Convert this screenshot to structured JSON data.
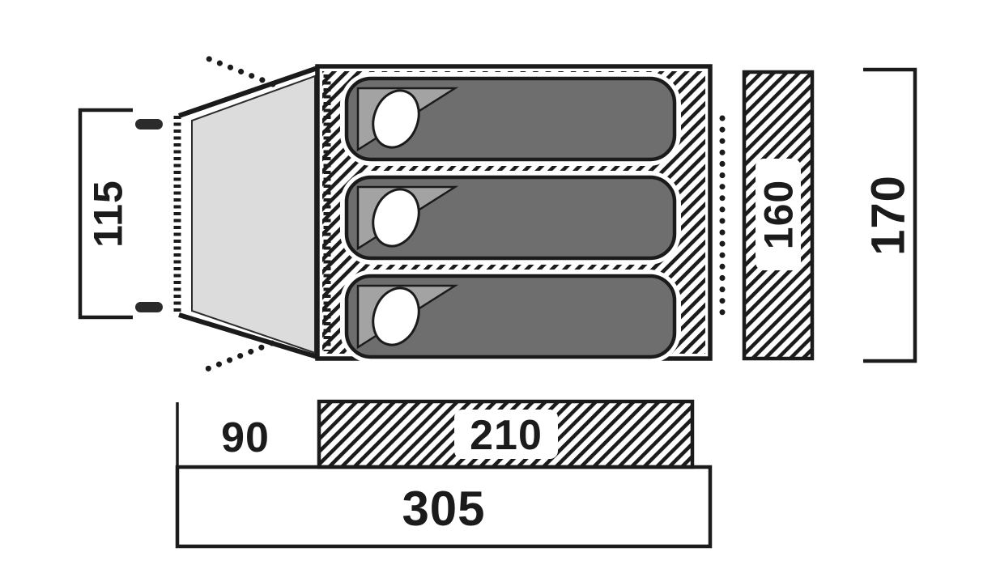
{
  "diagram": {
    "type": "tent-floorplan-dimension-diagram",
    "dimensions": {
      "vestibule_height": "115",
      "inner_width": "160",
      "outer_width": "170",
      "vestibule_depth": "90",
      "inner_length": "210",
      "total_length": "305"
    },
    "features": {
      "sleeping_bag_count": 3,
      "icons": [
        "tent-peg-icon",
        "sleeping-bag-icon",
        "guy-line-dotted",
        "zipper-line",
        "pillow-icon"
      ]
    },
    "colors": {
      "line": "#1b1b1b",
      "vestibule_fill": "#dcdcdc",
      "bag_fill": "#6e6e6e",
      "hood_flap_fill": "#a3a3a3",
      "pillow_fill": "#ffffff",
      "background": "#ffffff"
    }
  }
}
